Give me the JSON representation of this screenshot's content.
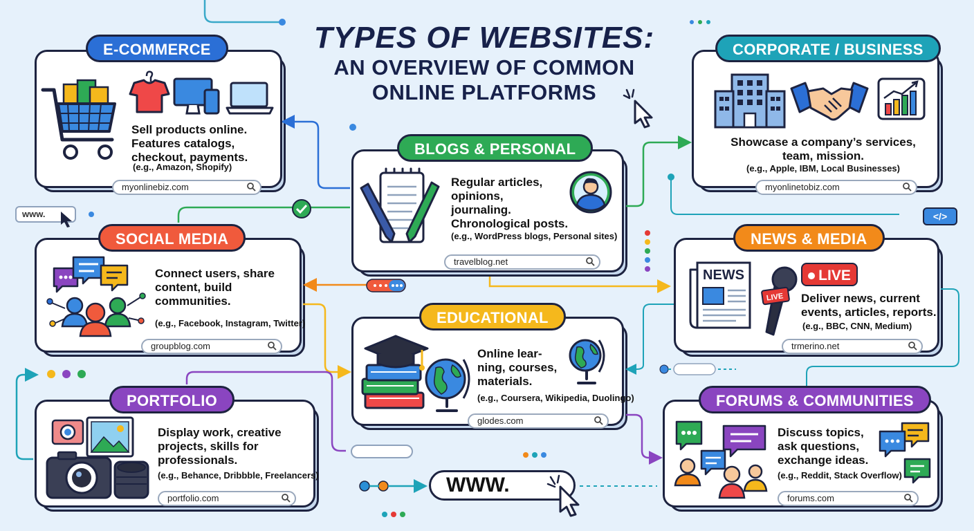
{
  "title": {
    "line1": "TYPES OF WEBSITES:",
    "line2": "AN OVERVIEW OF COMMON",
    "line3": "ONLINE PLATFORMS"
  },
  "cards": {
    "ecommerce": {
      "label": "E-COMMERCE",
      "color": "#2b6fd6",
      "desc1": "Sell products online.",
      "desc2": "Features catalogs,",
      "desc3": "checkout, payments.",
      "example": "(e.g., Amazon, Shopify)",
      "url": "myonlinebiz.com"
    },
    "corporate": {
      "label": "CORPORATE / BUSINESS",
      "color": "#1ea3b8",
      "desc1": "Showcase a company’s services,",
      "desc2": "team, mission.",
      "example": "(e.g., Apple, IBM, Local Businesses)",
      "url": "myonlinetobiz.com"
    },
    "blogs": {
      "label": "BLOGS & PERSONAL",
      "color": "#2eaa55",
      "desc1": "Regular articles,",
      "desc2": "opinions,",
      "desc3": "journaling.",
      "desc4": "Chronological posts.",
      "example": "(e.g., WordPress blogs, Personal sites)",
      "url": "travelblog.net"
    },
    "social": {
      "label": "SOCIAL MEDIA",
      "color": "#f05a3c",
      "desc1": "Connect users, share",
      "desc2": "content, build",
      "desc3": "communities.",
      "example": "(e.g., Facebook, Instagram, Twitter)",
      "url": "groupblog.com"
    },
    "news": {
      "label": "NEWS & MEDIA",
      "color": "#f28a1a",
      "desc1": "Deliver news, current",
      "desc2": "events, articles, reports.",
      "example": "(e.g., BBC, CNN, Medium)",
      "url": "trmerino.net",
      "badge_live": "LIVE",
      "paper_text": "NEWS",
      "mic_text": "LIVE"
    },
    "educational": {
      "label": "EDUCATIONAL",
      "color": "#f5b81c",
      "desc1": "Online lear-",
      "desc2": "ning, courses,",
      "desc3": "materials.",
      "example": "(e.g., Coursera, Wikipedia, Duolingo)",
      "url": "glodes.com"
    },
    "portfolio": {
      "label": "PORTFOLIO",
      "color": "#8a45c0",
      "desc1": "Display work, creative",
      "desc2": "projects, skills for",
      "desc3": "professionals.",
      "example": "(e.g., Behance, Dribbble, Freelancers)",
      "url": "portfolio.com"
    },
    "forums": {
      "label": "FORUMS & COMMUNITIES",
      "color": "#8a45c0",
      "desc1": "Discuss topics,",
      "desc2": "ask questions,",
      "desc3": "exchange ideas.",
      "example": "(e.g., Reddit, Stack Overflow)",
      "url": "forums.com"
    }
  },
  "decor": {
    "www_big": "WWW.",
    "www_small": "www.",
    "code_badge": "</>"
  },
  "icons": [
    "shopping-cart-icon",
    "shirt-icon",
    "monitor-icon",
    "laptop-icon",
    "building-icon",
    "handshake-icon",
    "growth-chart-icon",
    "notepad-pens-icon",
    "user-avatar-icon",
    "chat-bubbles-icon",
    "people-network-icon",
    "newspaper-icon",
    "microphone-icon",
    "books-graduation-cap-icon",
    "globe-icon",
    "camera-icon",
    "picture-icon",
    "lens-icon",
    "forum-chat-icon",
    "cursor-icon",
    "check-icon",
    "search-icon"
  ]
}
